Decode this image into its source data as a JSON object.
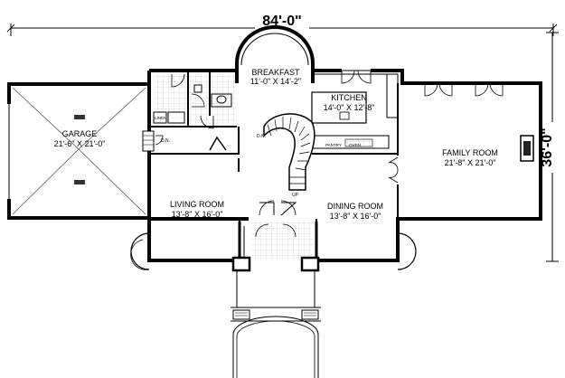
{
  "dimensions": {
    "overall_width": "84'-0\"",
    "overall_depth": "36'-0\""
  },
  "rooms": {
    "garage": {
      "name": "GARAGE",
      "size": "21'-6\" X 21'-0\""
    },
    "breakfast": {
      "name": "BREAKFAST",
      "size": "11'-0\" X 14'-2\""
    },
    "kitchen": {
      "name": "KITCHEN",
      "size": "14'-0\" X 12'-8\""
    },
    "family_room": {
      "name": "FAMILY ROOM",
      "size": "21'-8\" X 21'-0\""
    },
    "living_room": {
      "name": "LIVING ROOM",
      "size": "13'-8\" X 16'-0\""
    },
    "dining_room": {
      "name": "DINING ROOM",
      "size": "13'-8\" X 16'-0\""
    }
  },
  "small_labels": {
    "linen": "LINEN",
    "dn_left": "D.N.",
    "dn_stair": "D.N.",
    "pantry": "PANTRY",
    "oven": "OVEN",
    "up": "UP"
  },
  "colors": {
    "line": "#000000",
    "fill_light": "#e8e8e8",
    "background": "#ffffff"
  }
}
